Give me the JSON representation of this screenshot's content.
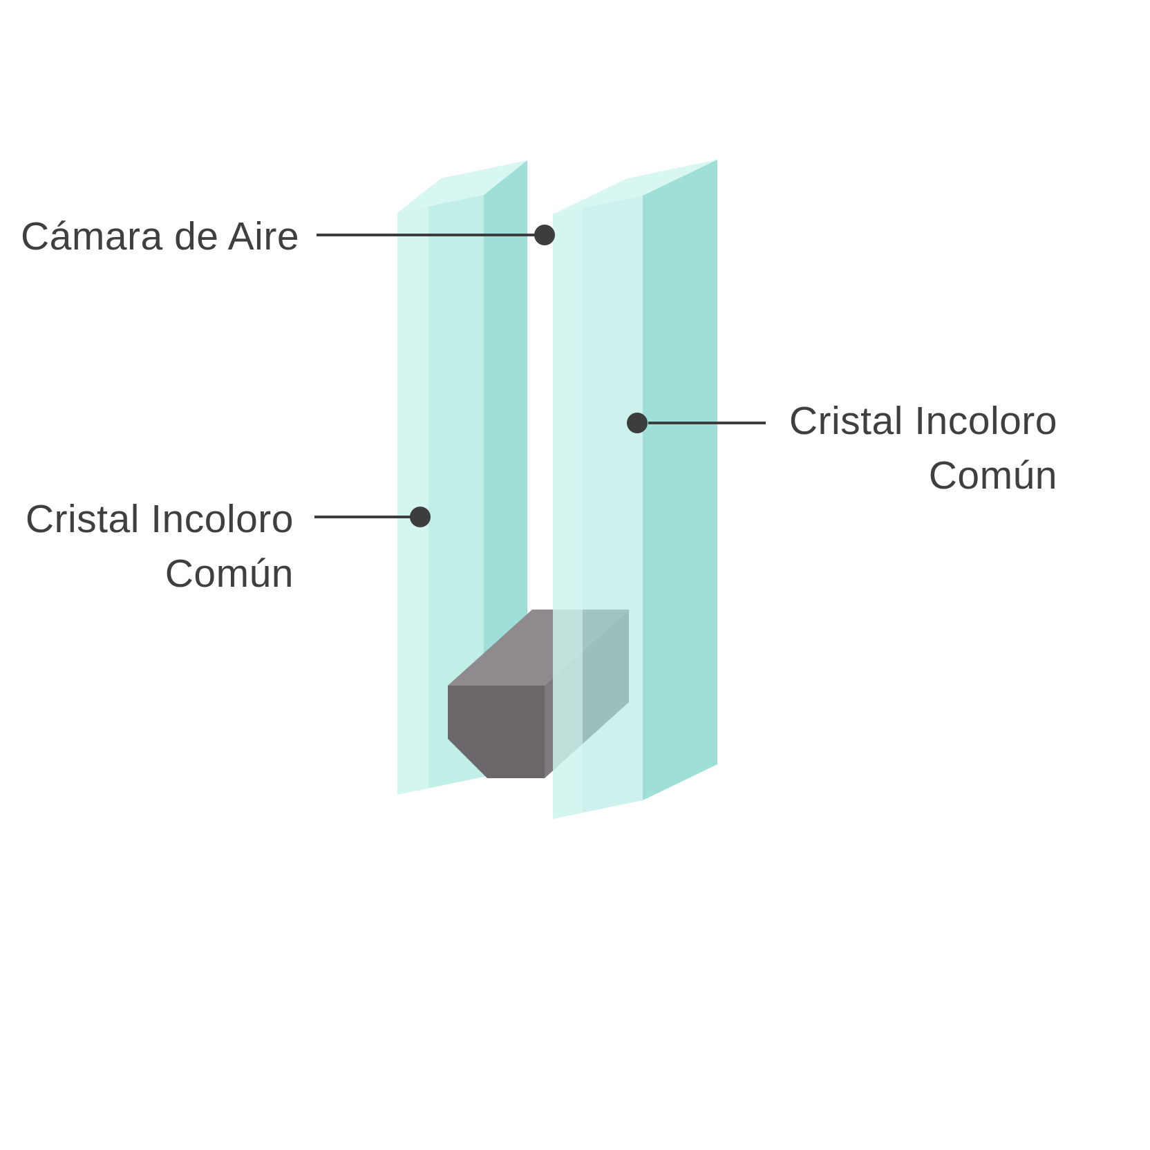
{
  "diagram": {
    "subject": "double-glazing-insulated-glass-unit",
    "labels": {
      "air_chamber": "Cámara de Aire",
      "left_glass": {
        "line1": "Cristal Incoloro",
        "line2": "Común"
      },
      "right_glass": {
        "line1": "Cristal Incoloro",
        "line2": "Común"
      }
    },
    "colors": {
      "background": "#ffffff",
      "glass_face": "#aeeae2",
      "glass_side": "#93ddd3",
      "glass_top": "#d6f6f1",
      "glass_highlight": "#ddf8f4",
      "spacer_front": "#6a666a",
      "spacer_top": "#8e8a8d",
      "spacer_side": "#7d797c",
      "line": "#3d3d3d",
      "text": "#3f3f3f"
    }
  }
}
